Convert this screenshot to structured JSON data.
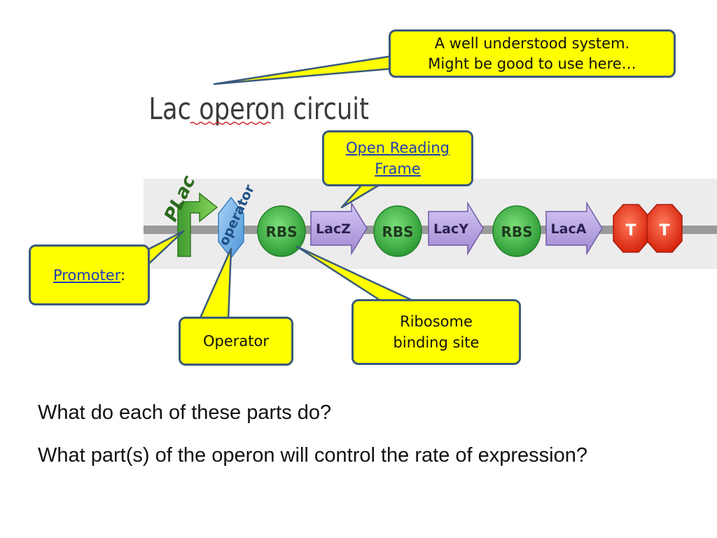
{
  "diagram": {
    "title": "Lac operon circuit",
    "promoter_label": "PLac",
    "operator_label": "operator",
    "rbs_label": "RBS",
    "genes": [
      "LacZ",
      "LacY",
      "LacA"
    ],
    "terminator_label": "T"
  },
  "callouts": {
    "system_line1": "A well understood system.",
    "system_line2": "Might be good to use here…",
    "orf_line1": "Open Reading",
    "orf_line2": "Frame",
    "promoter_link": "Promoter",
    "promoter_suffix": ":",
    "operator": "Operator",
    "rbs_line1": "Ribosome",
    "rbs_line2": "binding site"
  },
  "questions": {
    "q1": "What do each of these parts do?",
    "q2": "What part(s) of the operon will control the rate of expression?"
  },
  "colors": {
    "callout_fill": "#ffff00",
    "callout_border": "#3a5a7c",
    "rbs_green": "#3cb043",
    "gene_purple": "#b9a6e0",
    "terminator_red": "#e8341c",
    "operator_blue": "#6fb0e8",
    "link_blue": "#1f3fb5"
  }
}
